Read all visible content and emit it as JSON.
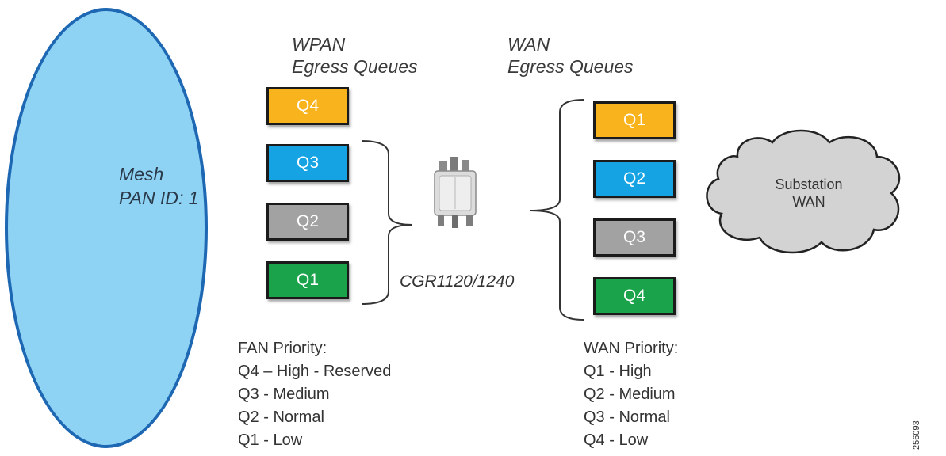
{
  "mesh": {
    "line1": "Mesh",
    "line2": "PAN ID: 1"
  },
  "wpan": {
    "title_line1": "WPAN",
    "title_line2": "Egress Queues",
    "queues": [
      {
        "label": "Q4",
        "color": "#f9b31c"
      },
      {
        "label": "Q3",
        "color": "#16a3e3"
      },
      {
        "label": "Q2",
        "color": "#a2a2a2"
      },
      {
        "label": "Q1",
        "color": "#1aa34a"
      }
    ]
  },
  "wan": {
    "title_line1": "WAN",
    "title_line2": "Egress Queues",
    "queues": [
      {
        "label": "Q1",
        "color": "#f9b31c"
      },
      {
        "label": "Q2",
        "color": "#16a3e3"
      },
      {
        "label": "Q3",
        "color": "#a2a2a2"
      },
      {
        "label": "Q4",
        "color": "#1aa34a"
      }
    ]
  },
  "device": {
    "label": "CGR1120/1240",
    "icon": "router-icon"
  },
  "cloud": {
    "line1": "Substation",
    "line2": "WAN",
    "icon": "cloud-icon"
  },
  "fan_priority": {
    "title": "FAN Priority:",
    "items": [
      "Q4 – High - Reserved",
      "Q3 - Medium",
      "Q2 - Normal",
      "Q1 - Low"
    ]
  },
  "wan_priority": {
    "title": "WAN Priority:",
    "items": [
      "Q1 - High",
      "Q2 - Medium",
      "Q3 - Normal",
      "Q4 - Low"
    ]
  },
  "figure_id": "256093"
}
